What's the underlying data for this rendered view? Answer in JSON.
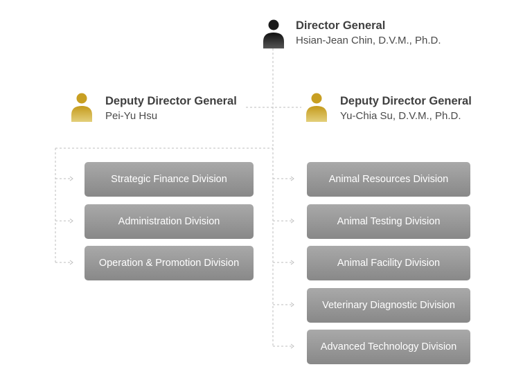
{
  "director": {
    "title": "Director General",
    "name": "Hsian-Jean Chin, D.V.M., Ph.D."
  },
  "deputy_left": {
    "title": "Deputy Director General",
    "name": "Pei-Yu Hsu"
  },
  "deputy_right": {
    "title": "Deputy Director General",
    "name": "Yu-Chia Su, D.V.M., Ph.D."
  },
  "left_divisions": [
    "Strategic Finance Division",
    "Administration Division",
    "Operation & Promotion Division"
  ],
  "right_divisions": [
    "Animal Resources Division",
    "Animal Testing Division",
    "Animal Facility Division",
    "Veterinary Diagnostic Division",
    "Advanced Technology Division"
  ],
  "colors": {
    "director_icon": "#222222",
    "deputy_icon": "#c9a227",
    "box": "#999999",
    "connector": "#bbbbbb"
  }
}
